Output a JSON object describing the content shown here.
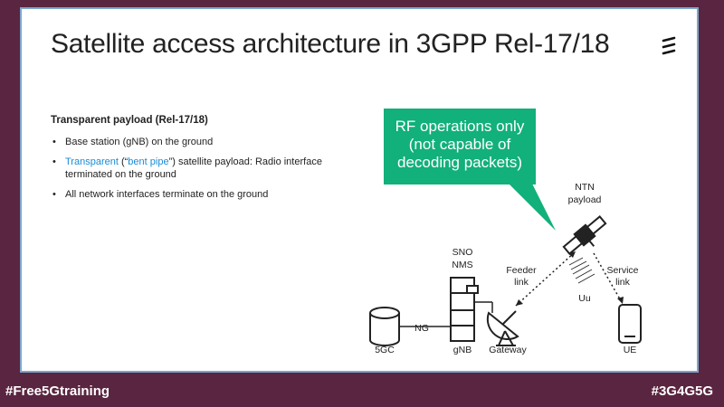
{
  "title": "Satellite access architecture in 3GPP Rel-17/18",
  "section_heading": "Transparent payload (Rel-17/18)",
  "bullets": [
    {
      "text": "Base station (gNB) on the ground"
    },
    {
      "prefix": "Transparent",
      "open": " (“",
      "highlight": "bent pipe",
      "close": "”)",
      "text": " satellite payload: Radio interface terminated on the ground"
    },
    {
      "text": "All network interfaces terminate on the ground"
    }
  ],
  "callout": "RF operations only (not capable of decoding packets)",
  "diagram": {
    "ntn_payload": "NTN payload",
    "sno_nms": "SNO NMS",
    "feeder_link": "Feeder link",
    "service_link": "Service link",
    "uu": "Uu",
    "ng": "NG",
    "core": "5GC",
    "gnb": "gNB",
    "gateway": "Gateway",
    "ue": "UE"
  },
  "colors": {
    "accent_green": "#12b07a",
    "accent_blue": "#1a8bd6",
    "frame_bg": "#5a2540",
    "frame_border": "#7ba7c9"
  },
  "footer": {
    "left": "#Free5Gtraining",
    "right": "#3G4G5G"
  }
}
